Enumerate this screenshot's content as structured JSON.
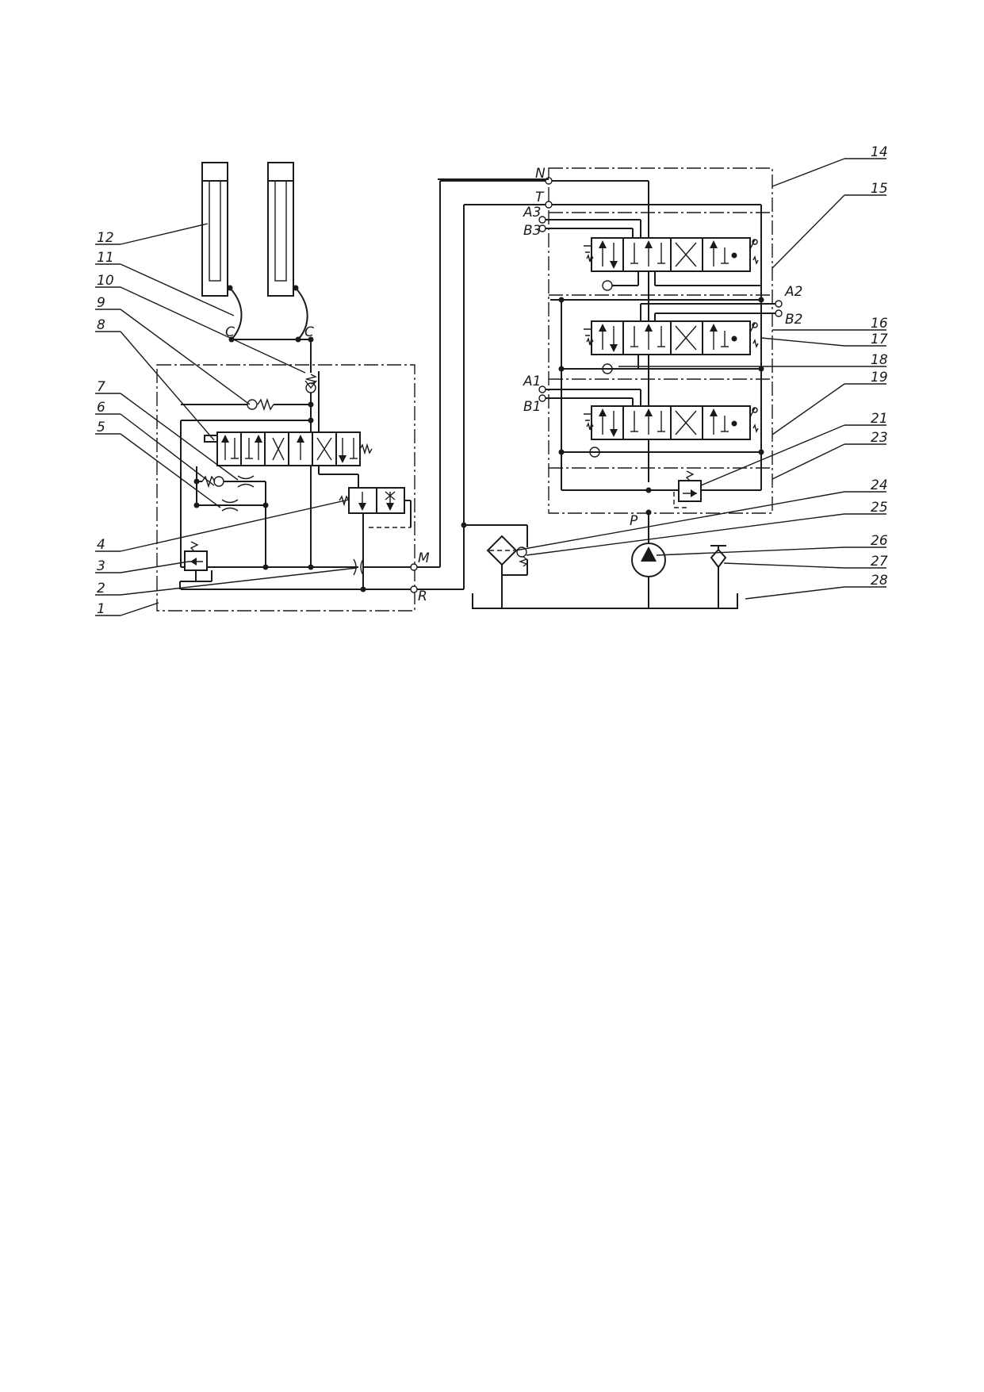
{
  "colors": {
    "ink": "#1a1a1a",
    "paper": "#ffffff"
  },
  "ports": {
    "C1": "C",
    "C2": "C",
    "M": "M",
    "R": "R",
    "N": "N",
    "T": "T",
    "P": "P",
    "A1": "A1",
    "B1": "B1",
    "A2": "A2",
    "B2": "B2",
    "A3": "A3",
    "B3": "B3"
  },
  "callouts": {
    "left": [
      "12",
      "11",
      "10",
      "9",
      "8",
      "7",
      "6",
      "5",
      "4",
      "3",
      "2",
      "1"
    ],
    "right": [
      "14",
      "15",
      "16",
      "17",
      "18",
      "19",
      "21",
      "23",
      "24",
      "25",
      "26",
      "27",
      "28"
    ]
  }
}
